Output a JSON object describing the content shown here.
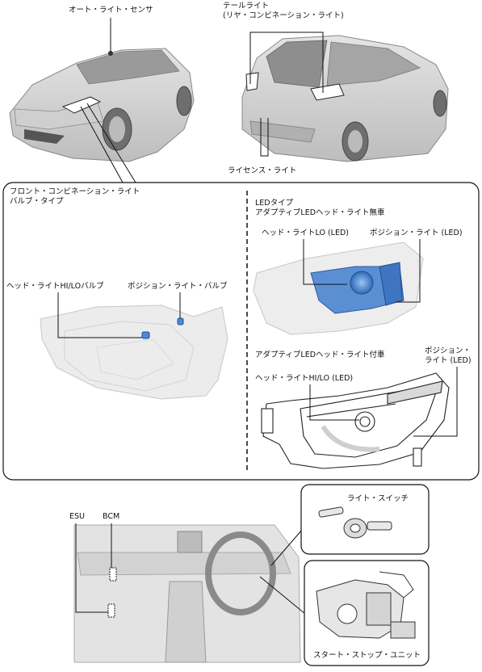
{
  "labels": {
    "auto_light_sensor": "オート・ライト・センサ",
    "tail_light": "テールライト",
    "tail_light_sub": "(リヤ・コンビネーション・ライト)",
    "license_light": "ライセンス・ライト",
    "front_combination_light": "フロント・コンビネーション・ライト",
    "bulb_type": "バルブ・タイプ",
    "headlight_hilo_bulb": "ヘッド・ライトHI/LOバルブ",
    "position_light_bulb": "ポジション・ライト・バルブ",
    "led_type": "LEDタイプ",
    "adaptive_led_without": "アダプティブLEDヘッド・ライト無車",
    "headlight_lo_led": "ヘッド・ライトLO (LED)",
    "position_light_led": "ポジション・ライト (LED)",
    "adaptive_led_with": "アダプティブLEDヘッド・ライト付車",
    "position_light_led_2a": "ポジション・",
    "position_light_led_2b": "ライト (LED)",
    "headlight_hilo_led": "ヘッド・ライトHI/LO (LED)",
    "esu": "ESU",
    "bcm": "BCM",
    "light_switch": "ライト・スイッチ",
    "start_stop_unit": "スタート・ストップ・ユニット"
  },
  "colors": {
    "line": "#111111",
    "car_body": "#d4d4d4",
    "ghost": "#e6e6e6",
    "led_blue": "#3a78c8"
  }
}
